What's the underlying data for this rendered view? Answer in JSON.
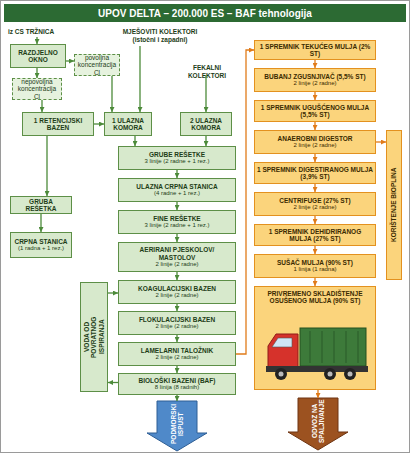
{
  "diagram": {
    "title": "UPOV DELTA – 200.000 ES – BAF tehnologija",
    "nodes": [
      {
        "text": [
          "RAZDJELNO OKNO"
        ]
      },
      {
        "text": [
          "povoljna koncentracija Cl"
        ]
      },
      {
        "text": [
          "nepovoljna koncentracija Cl"
        ]
      },
      {
        "text": [
          "1 RETENCIJSKI BAZEN"
        ]
      },
      {
        "text": [
          "1 ULAZNA KOMORA"
        ]
      },
      {
        "text": [
          "2 ULAZNA KOMORA"
        ]
      },
      {
        "text": [
          "GRUBE REŠETKE",
          "3 linije (2 radne + 1 rez.)"
        ]
      },
      {
        "text": [
          "ULAZNA CRPNA STANICA",
          "(4 radne + 1 rez.)"
        ]
      },
      {
        "text": [
          "FINE REŠETKE",
          "3 linije (2 radne + 1 rez.)"
        ]
      },
      {
        "text": [
          "AERIRANI PJESKOLOV/ MASTOLOV",
          "2 linije (2 radne)"
        ]
      },
      {
        "text": [
          "KOAGULACIJSKI BAZEN",
          "2 linije (2 radne)"
        ]
      },
      {
        "text": [
          "FLOKULACIJSKI BAZEN",
          "2 linije (2 radne)"
        ]
      },
      {
        "text": [
          "LAMELARNI TALOŽNIK",
          "2 linije (2 radne)"
        ]
      },
      {
        "text": [
          "BIOLOŠKI BAZENI (BAF)",
          "8 linija (8 radnih)"
        ]
      },
      {
        "text": [
          "GRUBA REŠETKA"
        ]
      },
      {
        "text": [
          "CRPNA STANICA",
          "(1 radna + 1 rez.)"
        ]
      },
      {
        "text": [
          "VODA OD POVRATNOG ISPIRANJA"
        ]
      },
      {
        "text": [
          "PODMORSKI ISPUST"
        ]
      },
      {
        "text": [
          "1 SPREMNIK TEKUĆEG MULJA (2% ST)"
        ]
      },
      {
        "text": [
          "BUBANJ ZGUSNJIVAČ (5,5% ST)",
          "2 linije (2 radne)"
        ]
      },
      {
        "text": [
          "1 SPREMNIK UGUŠĆENOG MULJA (5,5% ST)"
        ]
      },
      {
        "text": [
          "ANAEROBNI DIGESTOR",
          "2 linije (2 radne)"
        ]
      },
      {
        "text": [
          "1 SPREMNIK DIGESTIRANOG MULJA (3,9% ST)"
        ]
      },
      {
        "text": [
          "CENTRIFUGE (27% ST)",
          "2 linije (2 radne)"
        ]
      },
      {
        "text": [
          "1 SPREMNIK DEHIDRIRANOG MULJA (27% ST)"
        ]
      },
      {
        "text": [
          "SUŠAČ MULJA (90% ST)",
          "1 linija (1 radna)"
        ]
      },
      {
        "text": [
          "PRIVREMENO SKLADIŠTENJE OSUŠENOG MULJA (90% ST)"
        ]
      },
      {
        "text": [
          "KORIŠTENJE BIOPLINA"
        ]
      },
      {
        "text": [
          "ODVOZ NA SPALJIVANJE"
        ]
      }
    ],
    "edges": [
      {
        "from": 0,
        "to": 1,
        "arrow": "to"
      },
      {
        "from": 1,
        "to": 4,
        "arrow": "to"
      },
      {
        "from": 0,
        "to": 2,
        "arrow": "to"
      },
      {
        "from": 2,
        "to": 3,
        "arrow": "to"
      },
      {
        "from": 3,
        "to": 4,
        "arrow": "to"
      },
      {
        "from": 3,
        "to": 14,
        "arrow": "to"
      },
      {
        "from": 14,
        "to": 15,
        "arrow": "to"
      },
      {
        "from": 4,
        "to": 6,
        "arrow": "to"
      },
      {
        "from": 5,
        "to": 6,
        "arrow": "to"
      },
      {
        "from": 6,
        "to": 7,
        "arrow": "to"
      },
      {
        "from": 7,
        "to": 8,
        "arrow": "to"
      },
      {
        "from": 8,
        "to": 9,
        "arrow": "to"
      },
      {
        "from": 9,
        "to": 10,
        "arrow": "to"
      },
      {
        "from": 10,
        "to": 11,
        "arrow": "to"
      },
      {
        "from": 11,
        "to": 12,
        "arrow": "to"
      },
      {
        "from": 12,
        "to": 13,
        "arrow": "to"
      },
      {
        "from": 13,
        "to": 17,
        "arrow": "to"
      },
      {
        "from": 13,
        "to": 16,
        "arrow": "to"
      },
      {
        "from": 16,
        "to": 10,
        "arrow": "to"
      },
      {
        "from": 12,
        "to": 18,
        "arrow": "to"
      },
      {
        "from": 18,
        "to": 19,
        "arrow": "to"
      },
      {
        "from": 19,
        "to": 20,
        "arrow": "to"
      },
      {
        "from": 20,
        "to": 21,
        "arrow": "to"
      },
      {
        "from": 21,
        "to": 22,
        "arrow": "to"
      },
      {
        "from": 22,
        "to": 23,
        "arrow": "to"
      },
      {
        "from": 23,
        "to": 24,
        "arrow": "to"
      },
      {
        "from": 24,
        "to": 25,
        "arrow": "to"
      },
      {
        "from": 25,
        "to": 26,
        "arrow": "to"
      },
      {
        "from": 26,
        "to": 28,
        "arrow": "to"
      },
      {
        "from": 21,
        "to": 27,
        "arrow": "to"
      }
    ],
    "labels": [
      "iz CS TRŽNICA",
      "MJEŠOVITI KOLEKTORI (istočni i zapadni)",
      "FEKALNI KOLEKTORI"
    ]
  }
}
